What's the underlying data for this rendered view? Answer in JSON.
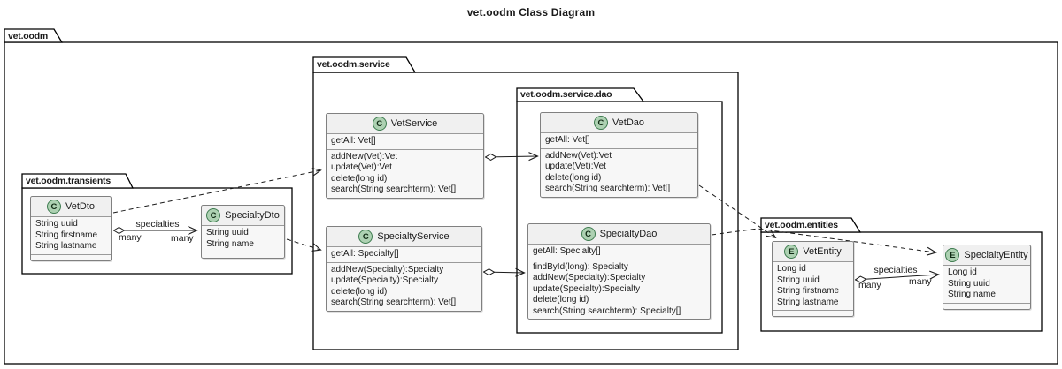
{
  "title": "vet.oodm Class Diagram",
  "packages": {
    "root": {
      "label": "vet.oodm"
    },
    "transients": {
      "label": "vet.oodm.transients"
    },
    "service": {
      "label": "vet.oodm.service"
    },
    "dao": {
      "label": "vet.oodm.service.dao"
    },
    "entities": {
      "label": "vet.oodm.entities"
    }
  },
  "classes": {
    "vet_dto": {
      "stereo": "C",
      "name": "VetDto",
      "attrs": [
        "String uuid",
        "String firstname",
        "String lastname"
      ]
    },
    "specialty_dto": {
      "stereo": "C",
      "name": "SpecialtyDto",
      "attrs": [
        "String uuid",
        "String name"
      ]
    },
    "vet_service": {
      "stereo": "C",
      "name": "VetService",
      "attrs": [
        "getAll: Vet[]"
      ],
      "methods": [
        "addNew(Vet):Vet",
        "update(Vet):Vet",
        "delete(long id)",
        "search(String searchterm): Vet[]"
      ]
    },
    "specialty_service": {
      "stereo": "C",
      "name": "SpecialtyService",
      "attrs": [
        "getAll: Specialty[]"
      ],
      "methods": [
        "addNew(Specialty):Specialty",
        "update(Specialty):Specialty",
        "delete(long id)",
        "search(String searchterm): Vet[]"
      ]
    },
    "vet_dao": {
      "stereo": "C",
      "name": "VetDao",
      "attrs": [
        "getAll: Vet[]"
      ],
      "methods": [
        "addNew(Vet):Vet",
        "update(Vet):Vet",
        "delete(long id)",
        "search(String searchterm): Vet[]"
      ]
    },
    "specialty_dao": {
      "stereo": "C",
      "name": "SpecialtyDao",
      "attrs": [
        "getAll: Specialty[]"
      ],
      "methods": [
        "findById(long): Specialty",
        "addNew(Specialty):Specialty",
        "update(Specialty):Specialty",
        "delete(long id)",
        "search(String searchterm): Specialty[]"
      ]
    },
    "vet_entity": {
      "stereo": "E",
      "name": "VetEntity",
      "attrs": [
        "Long id",
        "String uuid",
        "String firstname",
        "String lastname"
      ]
    },
    "specialty_entity": {
      "stereo": "E",
      "name": "SpecialtyEntity",
      "attrs": [
        "Long id",
        "String uuid",
        "String name"
      ]
    }
  },
  "edges": {
    "dto_assoc": {
      "label": "specialties",
      "source_card": "many",
      "target_card": "many"
    },
    "entity_assoc": {
      "label": "specialties",
      "source_card": "many",
      "target_card": "many"
    }
  },
  "colors": {
    "spot_fill": "#ADD1B2",
    "spot_border": "#3D7B4F",
    "class_border": "#808080",
    "package_border": "#000000",
    "line": "#1a1a1a"
  }
}
